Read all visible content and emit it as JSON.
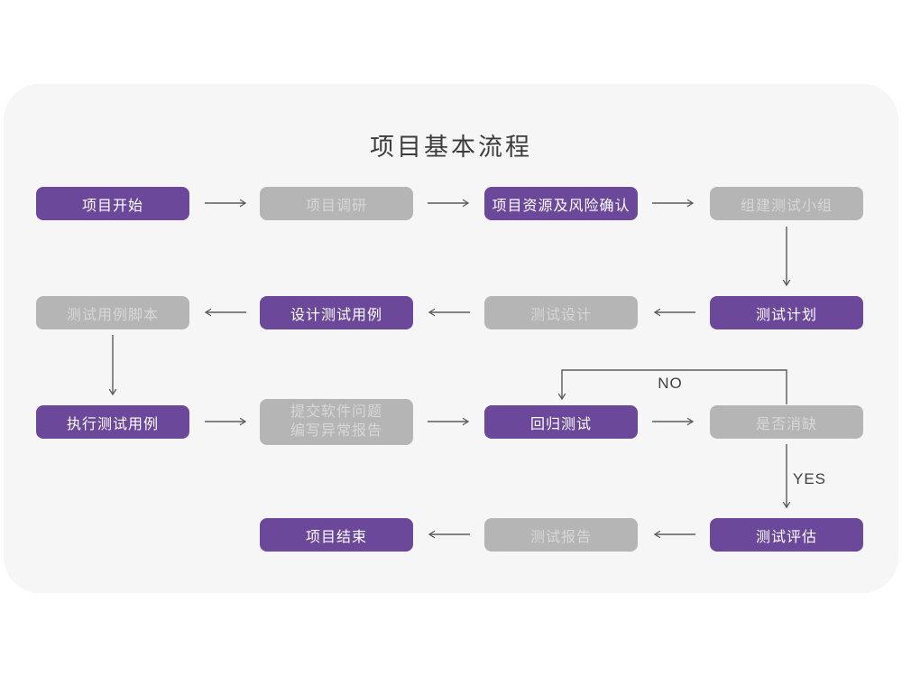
{
  "title": "项目基本流程",
  "decision_labels": {
    "no": "NO",
    "yes": "YES"
  },
  "colors": {
    "node_active": "#6b4899",
    "node_inactive": "#b5b5b5",
    "node_inactive_text": "#d7d7d7",
    "node_active_text": "#ffffff",
    "card_background": "#f6f6f6",
    "page_background": "#ffffff",
    "arrow": "#5b5b5d",
    "title_text": "#3c3c3c"
  },
  "nodes": [
    {
      "label": "项目开始",
      "type": "purple"
    },
    {
      "label": "项目调研",
      "type": "gray"
    },
    {
      "label": "项目资源及风险确认",
      "type": "purple"
    },
    {
      "label": "组建测试小组",
      "type": "gray"
    },
    {
      "label": "测试用例脚本",
      "type": "gray"
    },
    {
      "label": "设计测试用例",
      "type": "purple"
    },
    {
      "label": "测试设计",
      "type": "gray"
    },
    {
      "label": "测试计划",
      "type": "purple"
    },
    {
      "label": "执行测试用例",
      "type": "purple"
    },
    {
      "label": "提交软件问题",
      "label2": "编写异常报告",
      "type": "gray"
    },
    {
      "label": "回归测试",
      "type": "purple"
    },
    {
      "label": "是否消缺",
      "type": "gray"
    },
    {
      "label": "项目结束",
      "type": "purple"
    },
    {
      "label": "测试报告",
      "type": "gray"
    },
    {
      "label": "测试评估",
      "type": "purple"
    }
  ]
}
